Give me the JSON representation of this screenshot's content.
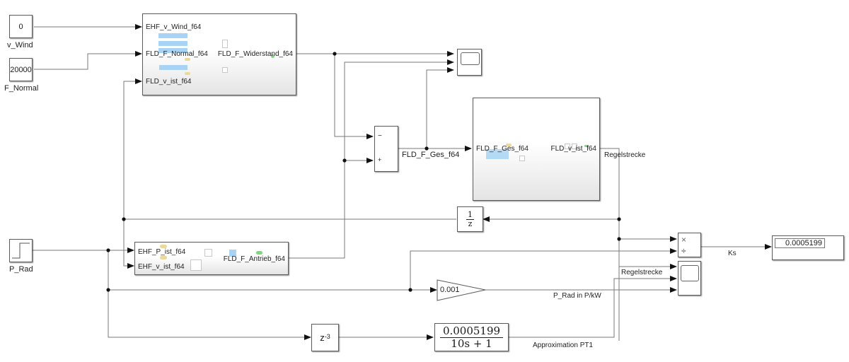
{
  "colors": {
    "wire": "#7a7a7a",
    "arrow": "#111111",
    "block_border": "#5a5a5a",
    "signal_highlight": "#a8d3f5",
    "bus_yellow": "#ecd99a",
    "output_green": "#7ed77e"
  },
  "blocks": {
    "v_wind_const": {
      "value": "0",
      "label": "v_Wind"
    },
    "f_normal_const": {
      "value": "20000",
      "label": "F_Normal"
    },
    "p_rad_step": {
      "label": "P_Rad",
      "icon": "step-icon"
    },
    "widerstand_subsystem": {
      "inputs": [
        "EHF_v_Wind_f64",
        "FLD_F_Normal_f64",
        "FLD_v_ist_f64"
      ],
      "output": "FLD_F_Widerstand_f64"
    },
    "antrieb_subsystem": {
      "inputs": [
        "EHF_P_ist_f64",
        "EHF_v_ist_f64"
      ],
      "output": "FLD_F_Antrieb_f64"
    },
    "sum": {
      "signs": [
        "−",
        "+"
      ]
    },
    "regelstrecke_subsystem": {
      "input": "FLD_F_Ges_f64",
      "output": "FLD_v_ist_f64"
    },
    "unit_delay": {
      "num": "1",
      "den": "z"
    },
    "product": {
      "signs": [
        "×",
        "÷"
      ]
    },
    "display": {
      "value": "0.0005199"
    },
    "gain": {
      "value": "0.001"
    },
    "delay3": {
      "base": "z",
      "exp": "-3"
    },
    "transfer_fcn": {
      "num": "0.0005199",
      "den": "10s + 1"
    },
    "scope1": {
      "icon": "scope-icon"
    },
    "scope2": {
      "icon": "scope-icon"
    }
  },
  "signal_labels": {
    "f_ges": "FLD_F_Ges_f64",
    "regelstrecke_top": "Regelstrecke",
    "ks": "Ks",
    "regelstrecke_scope": "Regelstrecke",
    "p_rad_kw": "P_Rad in P/kW",
    "approx_pt1": "Approximation PT1"
  }
}
